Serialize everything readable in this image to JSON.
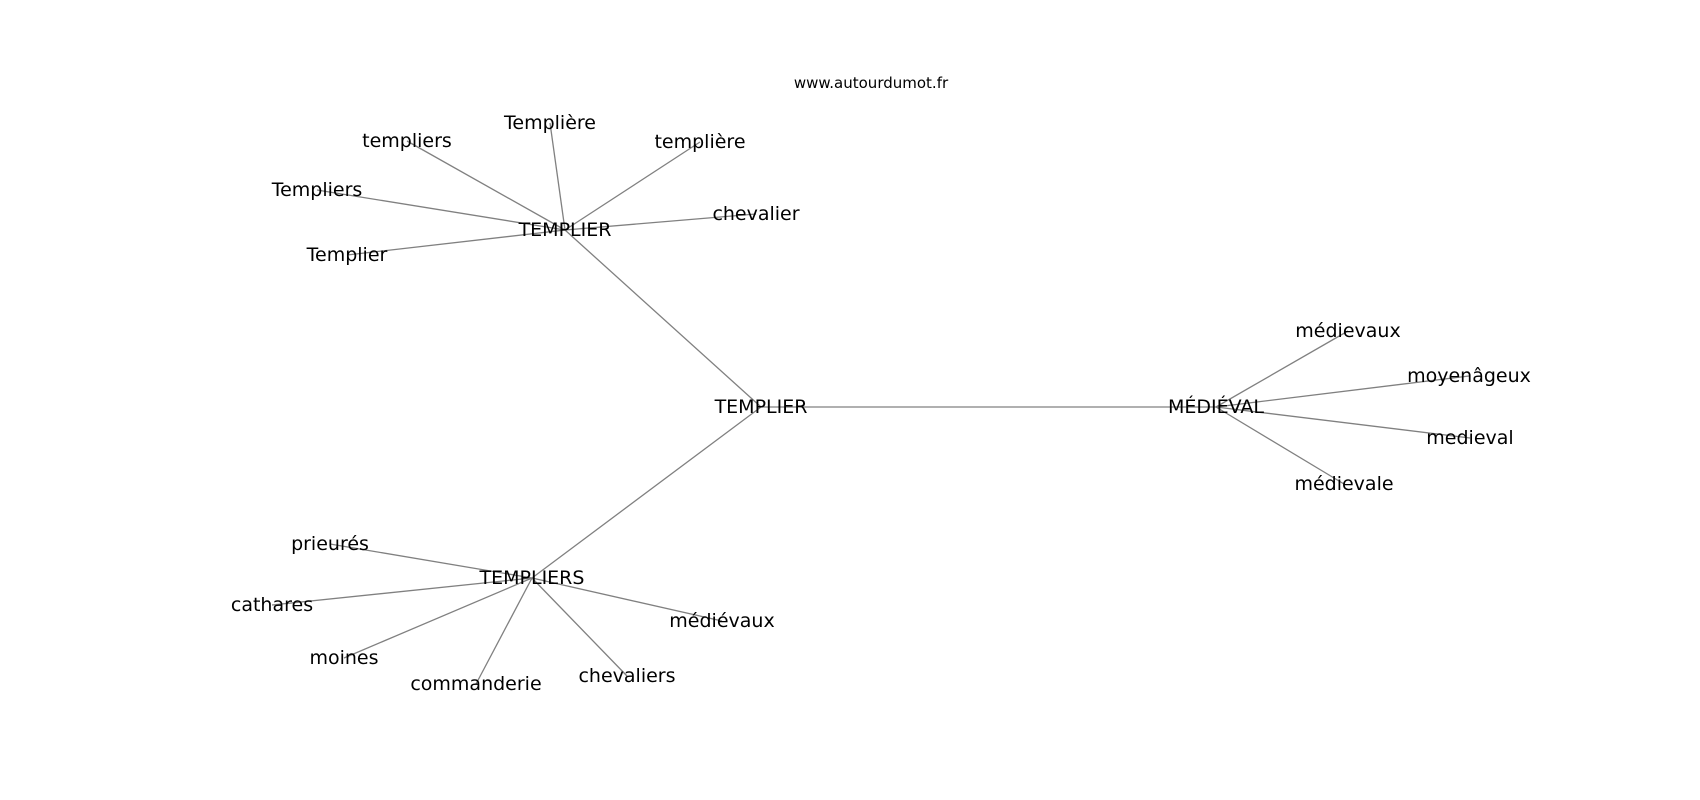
{
  "source": "www.autourdumot.fr",
  "nodes": [
    {
      "id": "root",
      "label": "TEMPLIER"
    },
    {
      "id": "templier_top",
      "label": "TEMPLIER"
    },
    {
      "id": "templiers_bottom",
      "label": "TEMPLIERS"
    },
    {
      "id": "medieval_right",
      "label": "MÉDIÉVAL"
    },
    {
      "id": "t1",
      "label": "templiers"
    },
    {
      "id": "t2",
      "label": "Templière"
    },
    {
      "id": "t3",
      "label": "templière"
    },
    {
      "id": "t4",
      "label": "Templiers"
    },
    {
      "id": "t5",
      "label": "chevalier"
    },
    {
      "id": "t6",
      "label": "Templier"
    },
    {
      "id": "m1",
      "label": "médievaux"
    },
    {
      "id": "m2",
      "label": "moyenâgeux"
    },
    {
      "id": "m3",
      "label": "medieval"
    },
    {
      "id": "m4",
      "label": "médievale"
    },
    {
      "id": "b1",
      "label": "prieurés"
    },
    {
      "id": "b2",
      "label": "cathares"
    },
    {
      "id": "b3",
      "label": "moines"
    },
    {
      "id": "b4",
      "label": "commanderie"
    },
    {
      "id": "b5",
      "label": "chevaliers"
    },
    {
      "id": "b6",
      "label": "médiévaux"
    }
  ],
  "edges": [
    [
      "root",
      "templier_top"
    ],
    [
      "root",
      "templiers_bottom"
    ],
    [
      "root",
      "medieval_right"
    ],
    [
      "templier_top",
      "t1"
    ],
    [
      "templier_top",
      "t2"
    ],
    [
      "templier_top",
      "t3"
    ],
    [
      "templier_top",
      "t4"
    ],
    [
      "templier_top",
      "t5"
    ],
    [
      "templier_top",
      "t6"
    ],
    [
      "medieval_right",
      "m1"
    ],
    [
      "medieval_right",
      "m2"
    ],
    [
      "medieval_right",
      "m3"
    ],
    [
      "medieval_right",
      "m4"
    ],
    [
      "templiers_bottom",
      "b1"
    ],
    [
      "templiers_bottom",
      "b2"
    ],
    [
      "templiers_bottom",
      "b3"
    ],
    [
      "templiers_bottom",
      "b4"
    ],
    [
      "templiers_bottom",
      "b5"
    ],
    [
      "templiers_bottom",
      "b6"
    ]
  ],
  "colors": {
    "edge": "#808080",
    "text": "#000000",
    "background": "#ffffff"
  }
}
